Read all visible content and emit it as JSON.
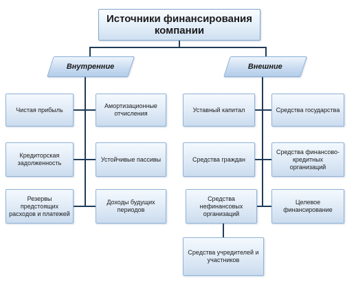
{
  "title": "Источники финансирования компании",
  "categories": {
    "internal": "Внутренние",
    "external": "Внешние"
  },
  "internal_items": {
    "net_profit": "Чистая прибыль",
    "depreciation": "Амортизационные отчисления",
    "payables": "Кредиторская задолженность",
    "stable_liabilities": "Устойчивые пассивы",
    "reserves": "Резервы предстоящих расходов и платежей",
    "deferred_income": "Доходы будущих периодов"
  },
  "external_items": {
    "authorized_capital": "Уставный капитал",
    "state_funds": "Средства государства",
    "citizens_funds": "Средства граждан",
    "financial_org_funds": "Средства финансово-кредитных организаций",
    "nonfinancial_org_funds": "Средства нефинансовых организаций",
    "targeted_financing": "Целевое финансирование",
    "founders_funds": "Средства учредителей и участников"
  },
  "colors": {
    "line": "#1f3b57",
    "box_border": "#8fb3d6",
    "box_fill": "#dfeaf6"
  }
}
